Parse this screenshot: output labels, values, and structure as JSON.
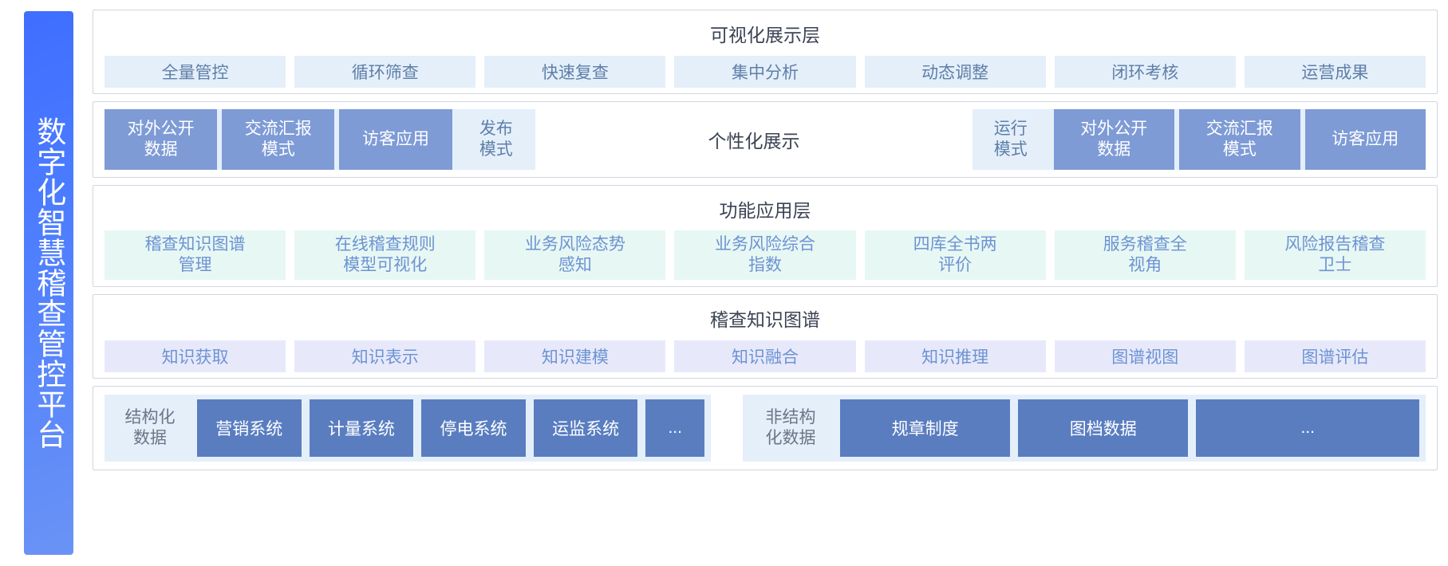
{
  "sidebar": {
    "title": "数字化智慧稽查管控平台"
  },
  "colors": {
    "sidebar_gradient_start": "#3f6eff",
    "sidebar_gradient_end": "#6a93f5",
    "chip_blue": "#e4effa",
    "chip_mint": "#e7f7f4",
    "chip_lavender": "#e7e9fb",
    "solid_blue": "#7e9bd6",
    "data_box_blue": "#5a7dc0",
    "panel_border": "#d2d6dd",
    "text_dark": "#3c4354",
    "text_blue": "#6d93d2",
    "text_slate": "#5f7fa8"
  },
  "layers": {
    "visualization": {
      "title": "可视化展示层",
      "items": [
        {
          "label": "全量管控"
        },
        {
          "label": "循环筛查"
        },
        {
          "label": "快速复查"
        },
        {
          "label": "集中分析"
        },
        {
          "label": "动态调整"
        },
        {
          "label": "闭环考核"
        },
        {
          "label": "运营成果"
        }
      ]
    },
    "personalized": {
      "center_title": "个性化展示",
      "left_group": [
        {
          "label": "对外公开\n数据",
          "style": "solid"
        },
        {
          "label": "交流汇报\n模式",
          "style": "solid"
        },
        {
          "label": "访客应用",
          "style": "solid"
        },
        {
          "label": "发布\n模式",
          "style": "ghost"
        }
      ],
      "right_group": [
        {
          "label": "运行\n模式",
          "style": "ghost"
        },
        {
          "label": "对外公开\n数据",
          "style": "solid"
        },
        {
          "label": "交流汇报\n模式",
          "style": "solid"
        },
        {
          "label": "访客应用",
          "style": "solid"
        }
      ]
    },
    "functional": {
      "title": "功能应用层",
      "items": [
        {
          "label": "稽查知识图谱\n管理"
        },
        {
          "label": "在线稽查规则\n模型可视化"
        },
        {
          "label": "业务风险态势\n感知"
        },
        {
          "label": "业务风险综合\n指数"
        },
        {
          "label": "四库全书两\n评价"
        },
        {
          "label": "服务稽查全\n视角"
        },
        {
          "label": "风险报告稽查\n卫士"
        }
      ]
    },
    "knowledge_graph": {
      "title": "稽查知识图谱",
      "items": [
        {
          "label": "知识获取"
        },
        {
          "label": "知识表示"
        },
        {
          "label": "知识建模"
        },
        {
          "label": "知识融合"
        },
        {
          "label": "知识推理"
        },
        {
          "label": "图谱视图"
        },
        {
          "label": "图谱评估"
        }
      ]
    },
    "data_sources": {
      "structured": {
        "label": "结构化\n数据",
        "items": [
          {
            "label": "营销系统"
          },
          {
            "label": "计量系统"
          },
          {
            "label": "停电系统"
          },
          {
            "label": "运监系统"
          },
          {
            "label": "..."
          }
        ]
      },
      "unstructured": {
        "label": "非结构\n化数据",
        "items": [
          {
            "label": "规章制度"
          },
          {
            "label": "图档数据"
          },
          {
            "label": "..."
          }
        ]
      }
    }
  }
}
